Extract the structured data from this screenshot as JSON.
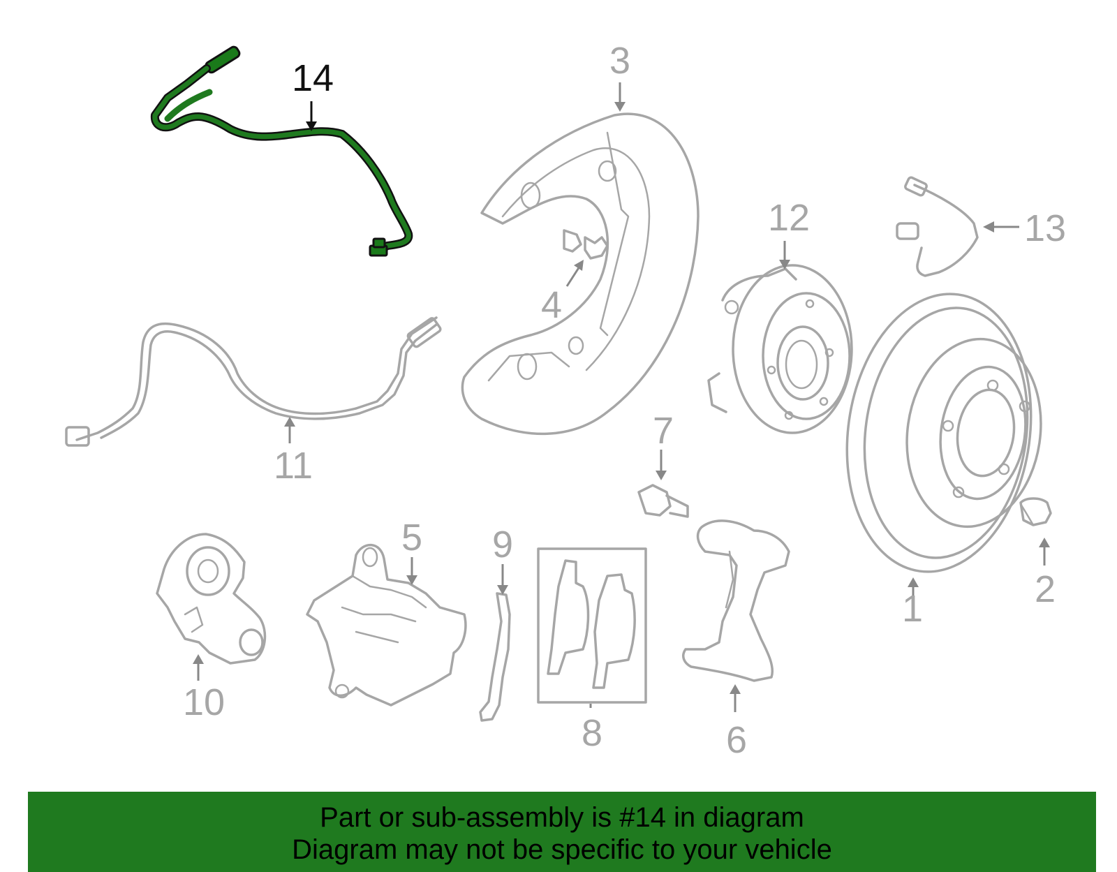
{
  "labels": {
    "n1": "1",
    "n2": "2",
    "n3": "3",
    "n4": "4",
    "n5": "5",
    "n6": "6",
    "n7": "7",
    "n8": "8",
    "n9": "9",
    "n10": "10",
    "n11": "11",
    "n12": "12",
    "n13": "13",
    "n14": "14"
  },
  "highlighted_part": "14",
  "colors": {
    "highlight": "#1f7a1f",
    "line_gray": "#a6a6a6",
    "banner": "#1f7a1f"
  },
  "banner": {
    "line1": "Part or sub-assembly is #14 in diagram",
    "line2": "Diagram may not be specific to your vehicle"
  }
}
